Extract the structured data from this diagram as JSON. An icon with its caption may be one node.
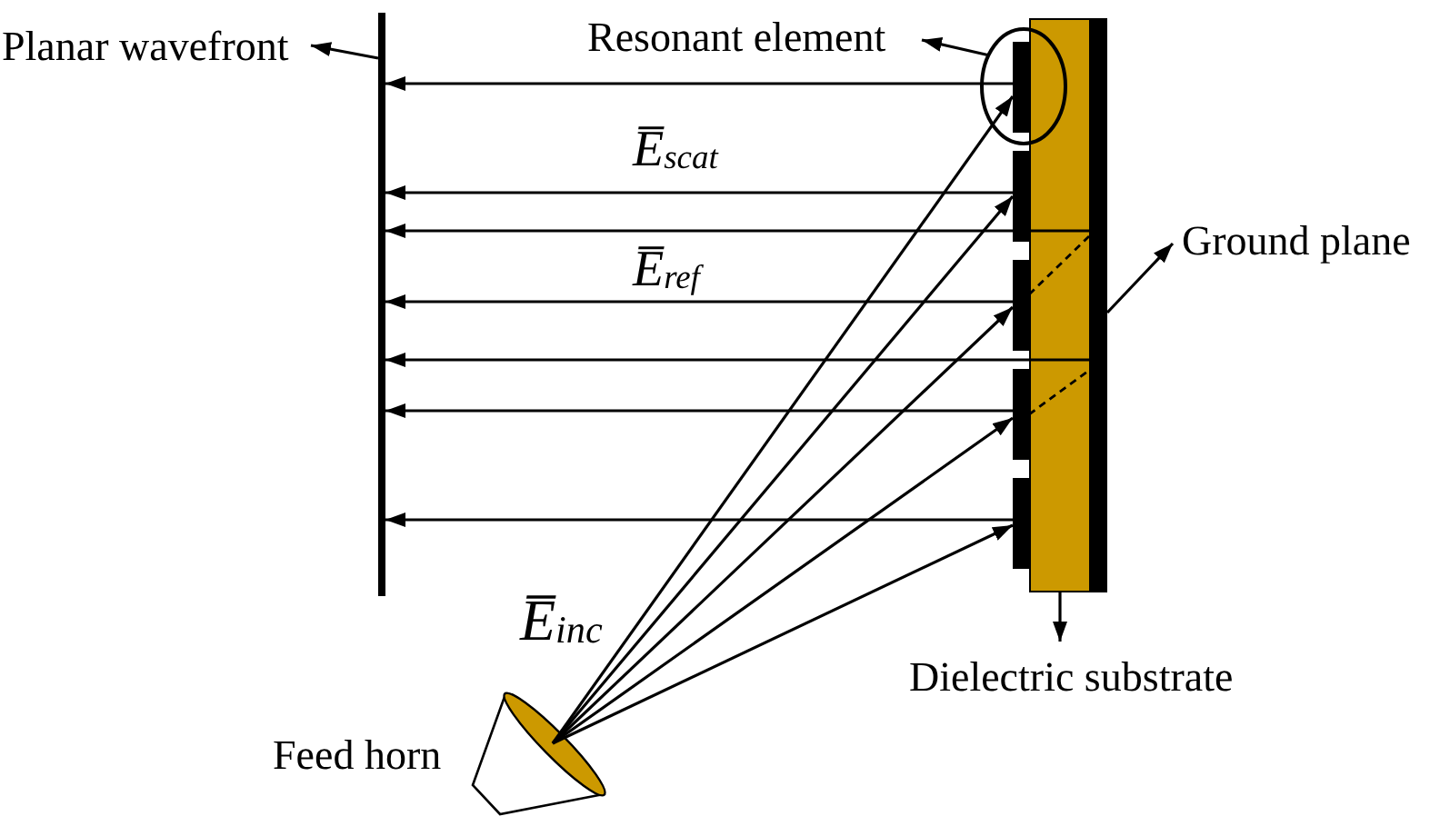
{
  "diagram": {
    "nodes": [
      {
        "text": [
          "Planar wavefront"
        ]
      },
      {
        "text": [],
        "shape": "bar"
      },
      {
        "text": [
          "Resonant element"
        ]
      },
      {
        "text": [],
        "shape": "ellipse"
      },
      {
        "text": [],
        "shape": "bar",
        "in": 3
      },
      {
        "text": [],
        "shape": "bar"
      },
      {
        "text": [],
        "shape": "bar"
      },
      {
        "text": [],
        "shape": "bar"
      },
      {
        "text": [],
        "shape": "bar"
      },
      {
        "text": [],
        "shape": "box"
      },
      {
        "text": [],
        "shape": "bar"
      },
      {
        "text": [
          "Ground plane"
        ]
      },
      {
        "text": [
          "Dielectric substrate"
        ]
      },
      {
        "text": [],
        "shape": "cone",
        "beside": [
          "Feed horn"
        ]
      }
    ],
    "edges": [
      {
        "from": 1,
        "to": 0,
        "arrow": "to"
      },
      {
        "from": 3,
        "to": 2,
        "arrow": "to"
      },
      {
        "from": 10,
        "to": 11,
        "arrow": "to"
      },
      {
        "from": 9,
        "to": 12,
        "arrow": "to"
      },
      {
        "from": 4,
        "to": 1,
        "arrow": "to"
      },
      {
        "from": 5,
        "to": 1,
        "arrow": "to"
      },
      {
        "from": 9,
        "to": 1,
        "arrow": "to"
      },
      {
        "from": 6,
        "to": 1,
        "arrow": "to"
      },
      {
        "from": 9,
        "to": 1,
        "arrow": "to"
      },
      {
        "from": 7,
        "to": 1,
        "arrow": "to"
      },
      {
        "from": 8,
        "to": 1,
        "arrow": "to"
      },
      {
        "from": 13,
        "to": 4,
        "arrow": "to"
      },
      {
        "from": 13,
        "to": 5,
        "arrow": "to"
      },
      {
        "from": 13,
        "to": 6,
        "arrow": "to"
      },
      {
        "from": 13,
        "to": 7,
        "arrow": "to"
      },
      {
        "from": 13,
        "to": 8,
        "arrow": "to"
      }
    ],
    "labels": [
      "E̅$_{scat}$",
      "E̅$_{ref}$",
      "E̅$_{inc}$"
    ]
  }
}
